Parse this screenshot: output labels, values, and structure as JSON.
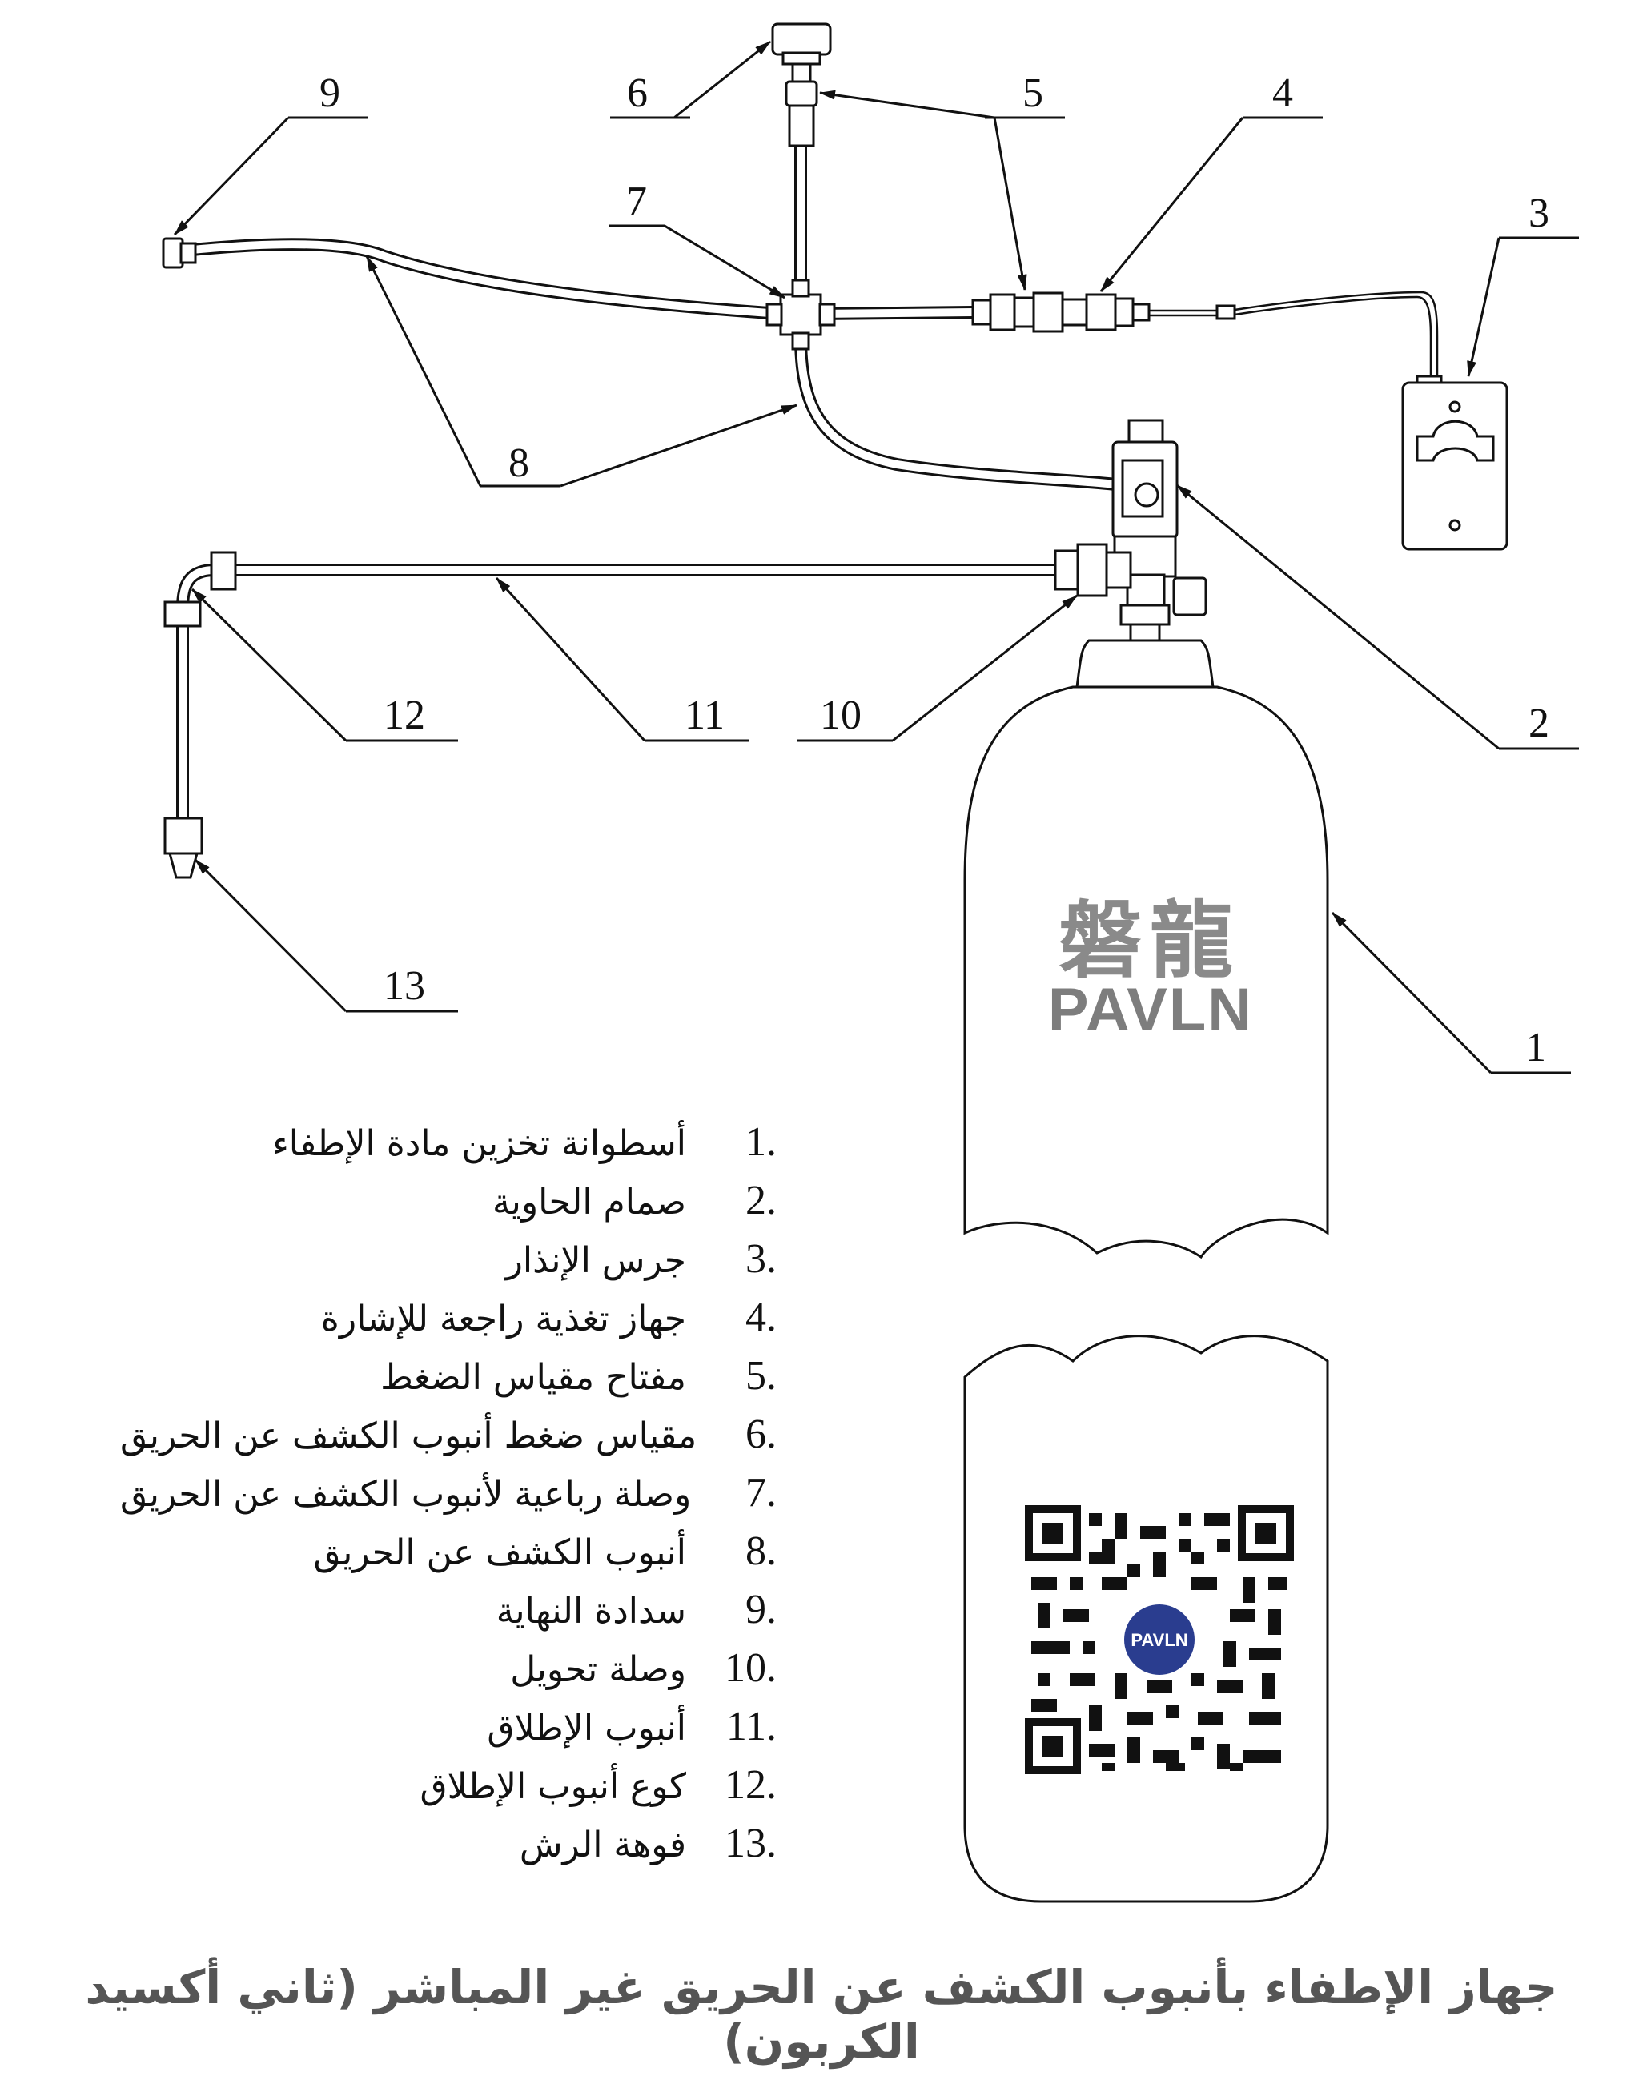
{
  "callouts": [
    "1",
    "2",
    "3",
    "4",
    "5",
    "6",
    "7",
    "8",
    "9",
    "10",
    "11",
    "12",
    "13"
  ],
  "legend": [
    {
      "num": "1.",
      "label": "أسطوانة تخزين مادة الإطفاء"
    },
    {
      "num": "2.",
      "label": "صمام الحاوية"
    },
    {
      "num": "3.",
      "label": "جرس الإنذار"
    },
    {
      "num": "4.",
      "label": "جهاز تغذية راجعة للإشارة"
    },
    {
      "num": "5.",
      "label": "مفتاح مقياس الضغط"
    },
    {
      "num": "6.",
      "label": "مقياس ضغط أنبوب الكشف عن الحريق"
    },
    {
      "num": "7.",
      "label": "وصلة رباعية لأنبوب الكشف عن الحريق"
    },
    {
      "num": "8.",
      "label": "أنبوب الكشف عن الحريق"
    },
    {
      "num": "9.",
      "label": "سدادة النهاية"
    },
    {
      "num": "10.",
      "label": "وصلة تحويل"
    },
    {
      "num": "11.",
      "label": "أنبوب الإطلاق"
    },
    {
      "num": "12.",
      "label": "كوع أنبوب الإطلاق"
    },
    {
      "num": "13.",
      "label": "فوهة الرش"
    }
  ],
  "brand": {
    "chinese": "磐龍",
    "latin": "PAVLN",
    "qr_badge": "PAVLN"
  },
  "caption": "جهاز الإطفاء بأنبوب الكشف عن الحريق غير المباشر (ثاني أكسيد الكربون)",
  "colors": {
    "line": "#111111",
    "brand_gray": "#8a8a8a",
    "caption_gray": "#555555",
    "qr_badge": "#2a3d8f"
  }
}
